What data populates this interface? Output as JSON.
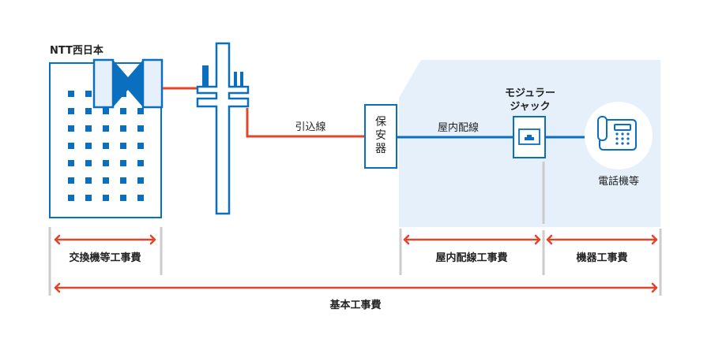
{
  "colors": {
    "blue": "#0a6fbf",
    "red": "#e0462a",
    "light_fill": "#e6f0fb",
    "pale_fill": "#eaf1fa",
    "gray": "#cccccc",
    "text": "#222222"
  },
  "nodes": {
    "company": "NTT西日本",
    "drop_wire": "引込線",
    "protector": [
      "保",
      "安",
      "器"
    ],
    "indoor_wiring": "屋内配線",
    "modular_jack": [
      "モジュラー",
      "ジャック"
    ],
    "telephone": "電話機等"
  },
  "costs": {
    "exchange": "交換機等工事費",
    "indoor_wiring": "屋内配線工事費",
    "equipment": "機器工事費",
    "basic": "基本工事費"
  },
  "icons": {
    "exchange_building": "building-icon",
    "switch": "exchange-switch-icon",
    "pole": "utility-pole-icon",
    "jack": "modular-jack-icon",
    "phone": "telephone-icon"
  }
}
